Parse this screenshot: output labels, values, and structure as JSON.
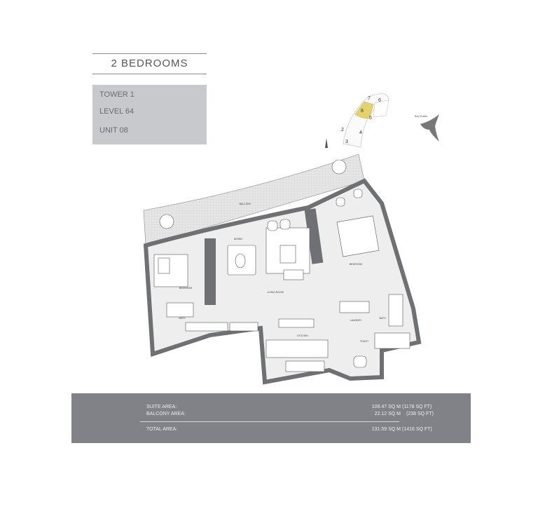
{
  "header": {
    "title": "2 BEDROOMS"
  },
  "unit_info": {
    "tower": "TOWER 1",
    "level": "LEVEL 64",
    "unit": "UNIT   08"
  },
  "key_plan": {
    "unit_numbers": [
      "7",
      "6",
      "8",
      "5",
      "2",
      "4",
      "3"
    ],
    "highlight_unit": "8",
    "highlight_color": "#e4d36a",
    "landmark_label": "Burj Khalifa",
    "landmark_color": "#77787c",
    "north_icon": "north-arrow-icon"
  },
  "rooms": {
    "balcony": "BALCONY",
    "dining": "DINING",
    "living": "LIVING ROOM",
    "bedroom_left": "BEDROOM",
    "bedroom_right": "BEDROOM",
    "bath_left": "BATH",
    "bath_right": "BATH",
    "kitchen": "KITCHEN",
    "toilet": "TOILET",
    "laundry": "LAUNDRY"
  },
  "areas": {
    "rows": [
      {
        "label": "SUITE AREA:",
        "sqm": "109.47 SQ M",
        "sqft": "(1178 SQ FT)"
      },
      {
        "label": "BALCONY AREA:",
        "sqm": "22.12 SQ M",
        "sqft": "(238 SQ FT)"
      }
    ],
    "total": {
      "label": "TOTAL AREA:",
      "sqm": "131.59 SQ M",
      "sqft": "(1416 SQ FT)"
    }
  },
  "colors": {
    "wall": "#6f7074",
    "floor": "#eeeeee",
    "info_box": "#c8c9cd",
    "area_bar": "#818288"
  }
}
